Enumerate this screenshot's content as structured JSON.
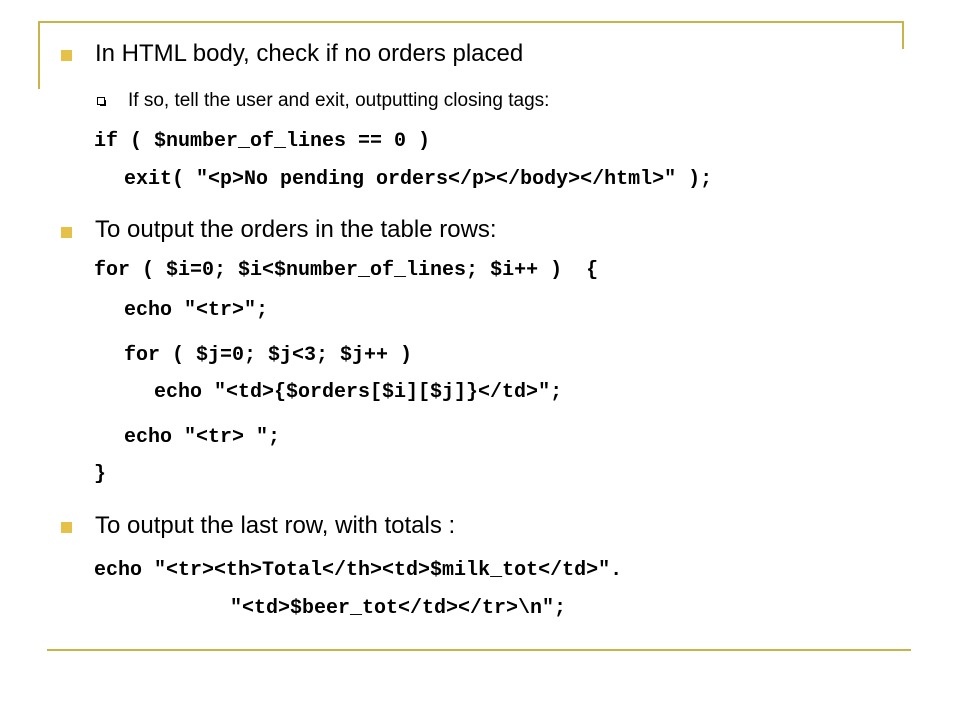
{
  "slide": {
    "bullet1": "In HTML body, check if no orders placed",
    "sub1": "If so, tell the user and exit, outputting closing tags:",
    "code1": [
      "if ( $number_of_lines == 0 )",
      "exit( \"<p>No pending orders</p></body></html>\" );"
    ],
    "bullet2": "To output the orders in the table rows:",
    "code2": [
      "for ( $i=0; $i<$number_of_lines; $i++ )  {",
      "echo \"<tr>\";",
      "for ( $j=0; $j<3; $j++ )",
      "echo \"<td>{$orders[$i][$j]}</td>\";",
      "echo \"<tr> \";",
      "}"
    ],
    "bullet3": "To output the last row, with totals :",
    "code3": [
      "echo \"<tr><th>Total</th><td>$milk_tot</td>\".",
      "\"<td>$beer_tot</td></tr>\\n\";"
    ]
  },
  "colors": {
    "bullet": "#e5c14a",
    "rule": "#c8b44a"
  }
}
